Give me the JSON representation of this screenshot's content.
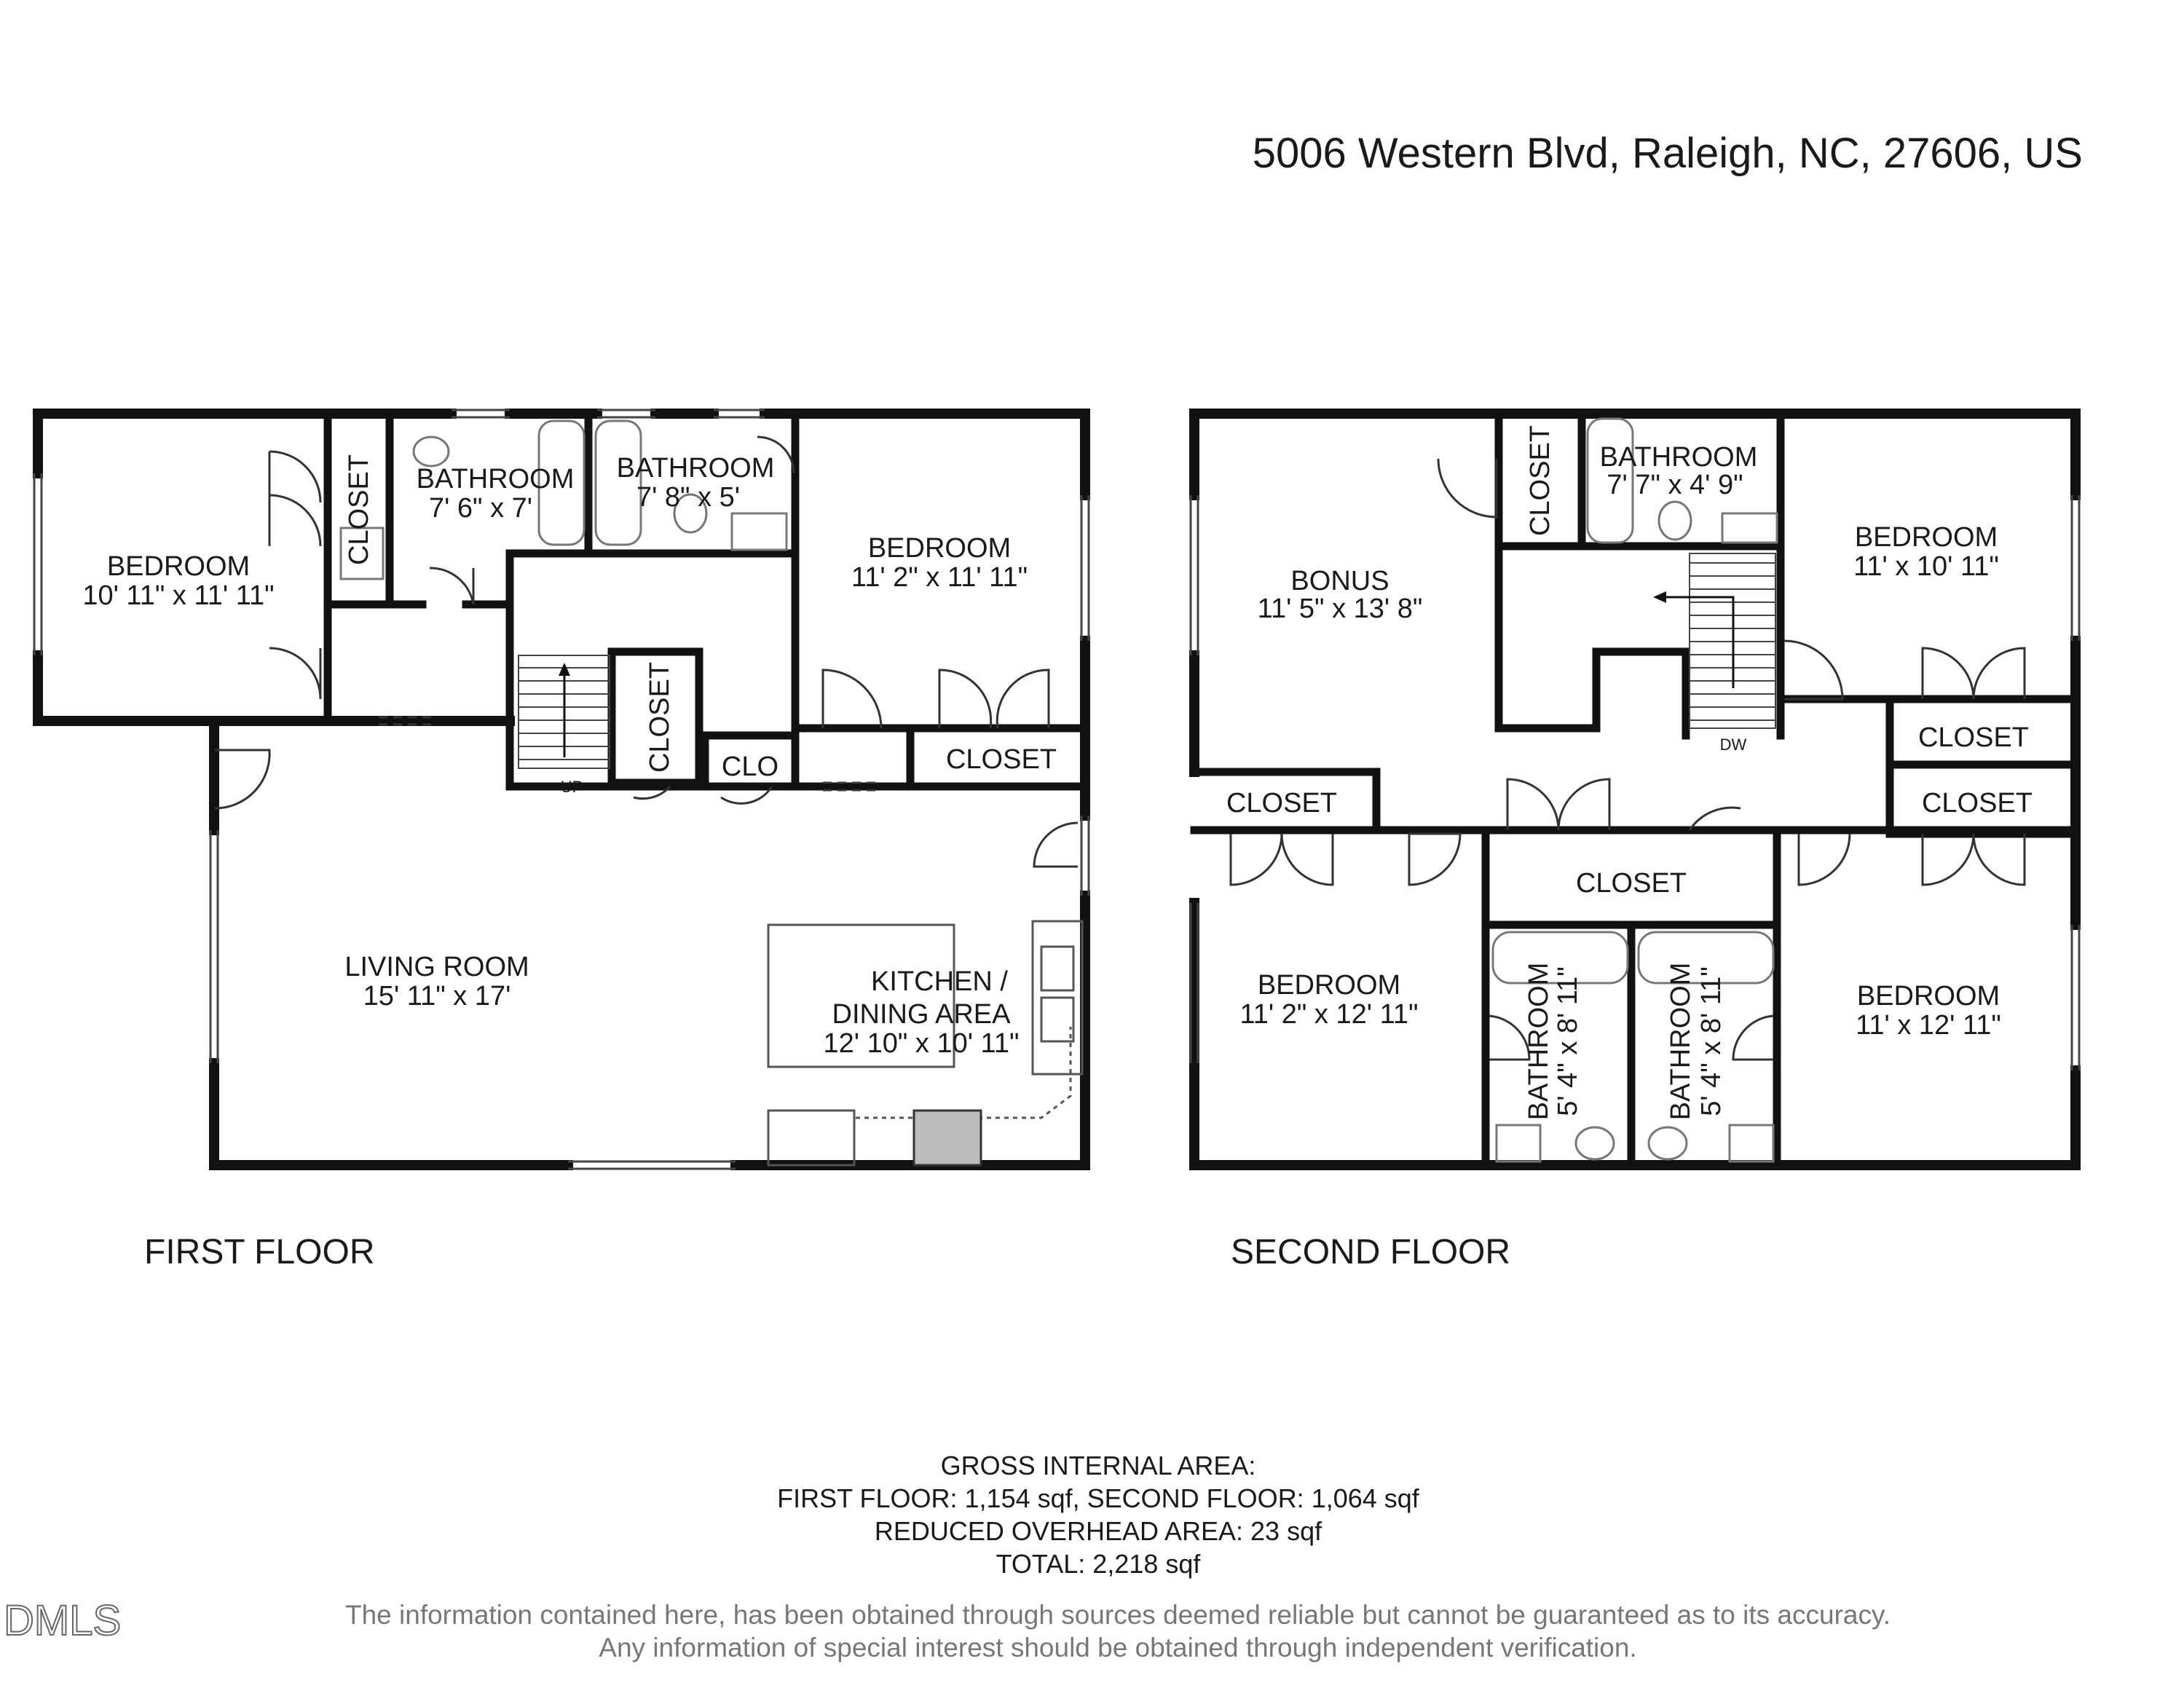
{
  "address": "5006 Western Blvd, Raleigh, NC, 27606, US",
  "floors": [
    {
      "label": "FIRST FLOOR",
      "rooms": [
        {
          "name": "BEDROOM",
          "size": "10' 11\" x 11' 11\""
        },
        {
          "name": "CLOSET"
        },
        {
          "name": "BATHROOM",
          "size": "7' 6\" x 7'"
        },
        {
          "name": "BATHROOM",
          "size": "7' 8\" x 5'"
        },
        {
          "name": "BEDROOM",
          "size": "11' 2\" x 11' 11\""
        },
        {
          "name": "CLOSET"
        },
        {
          "name": "CLO"
        },
        {
          "name": "CLOSET"
        },
        {
          "name": "LIVING ROOM",
          "size": "15' 11\" x 17'"
        },
        {
          "name": "KITCHEN /",
          "name2": "DINING AREA",
          "size": "12' 10\" x 10' 11\""
        }
      ],
      "stair_label": "UP"
    },
    {
      "label": "SECOND FLOOR",
      "rooms": [
        {
          "name": "BONUS",
          "size": "11' 5\" x 13' 8\""
        },
        {
          "name": "CLOSET"
        },
        {
          "name": "BATHROOM",
          "size": "7' 7\" x 4' 9\""
        },
        {
          "name": "BEDROOM",
          "size": "11' x 10' 11\""
        },
        {
          "name": "CLOSET"
        },
        {
          "name": "CLOSET"
        },
        {
          "name": "CLOSET"
        },
        {
          "name": "CLOSET"
        },
        {
          "name": "BEDROOM",
          "size": "11' 2\" x 12' 11\""
        },
        {
          "name": "BATHROOM",
          "size": "5' 4\" x 8' 11\""
        },
        {
          "name": "BATHROOM",
          "size": "5' 4\" x 8' 11\""
        },
        {
          "name": "BEDROOM",
          "size": "11' x 12' 11\""
        }
      ],
      "dw_label": "DW"
    }
  ],
  "area": {
    "heading": "GROSS INTERNAL AREA:",
    "floors_line": "FIRST FLOOR: 1,154 sqf, SECOND FLOOR: 1,064 sqf",
    "reduced_line": "REDUCED OVERHEAD AREA: 23 sqf",
    "total_line": "TOTAL: 2,218 sqf"
  },
  "disclaimer": {
    "line1": "The information contained here, has been obtained through sources deemed reliable but cannot be guaranteed as to its accuracy.",
    "line2": "Any information of special interest should be obtained through independent verification."
  },
  "logo": "DMLS"
}
